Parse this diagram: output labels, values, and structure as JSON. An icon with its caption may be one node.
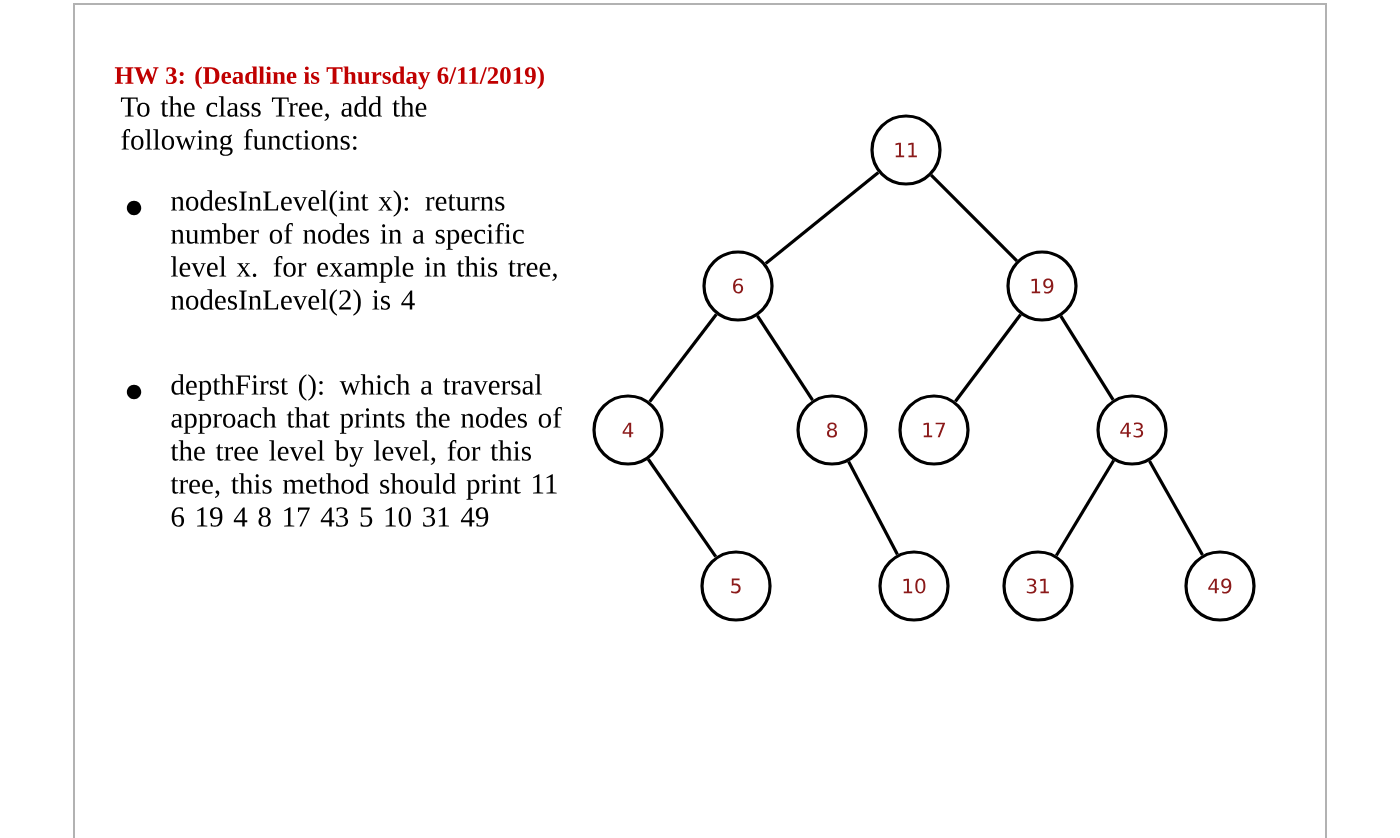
{
  "diagram": {
    "title": "HW 3: (Deadline is Thursday 6/11/2019)",
    "nodes": [
      {
        "text": [
          "11"
        ]
      },
      {
        "text": [
          "6"
        ]
      },
      {
        "text": [
          "19"
        ]
      },
      {
        "text": [
          "4"
        ]
      },
      {
        "text": [
          "8"
        ]
      },
      {
        "text": [
          "17"
        ]
      },
      {
        "text": [
          "43"
        ]
      },
      {
        "text": [
          "5"
        ]
      },
      {
        "text": [
          "10"
        ]
      },
      {
        "text": [
          "31"
        ]
      },
      {
        "text": [
          "49"
        ]
      }
    ],
    "edges": [
      {
        "from": 0,
        "to": 1,
        "arrow": "none"
      },
      {
        "from": 0,
        "to": 2,
        "arrow": "none"
      },
      {
        "from": 1,
        "to": 3,
        "arrow": "none"
      },
      {
        "from": 1,
        "to": 4,
        "arrow": "none"
      },
      {
        "from": 2,
        "to": 5,
        "arrow": "none"
      },
      {
        "from": 2,
        "to": 6,
        "arrow": "none"
      },
      {
        "from": 3,
        "to": 7,
        "arrow": "none"
      },
      {
        "from": 4,
        "to": 8,
        "arrow": "none"
      },
      {
        "from": 6,
        "to": 9,
        "arrow": "none"
      },
      {
        "from": 6,
        "to": 10,
        "arrow": "none"
      }
    ],
    "labels": [
      "To the class Tree, add the following functions:",
      "nodesInLevel(int x): returns number of nodes in a specific level x. for example in this tree, nodesInLevel(2) is 4",
      "depthFirst (): which a traversal approach that prints the nodes of the tree level by level, for this tree, this method should print 11 6 19  4 8 17 43 5 10 31 49"
    ]
  }
}
